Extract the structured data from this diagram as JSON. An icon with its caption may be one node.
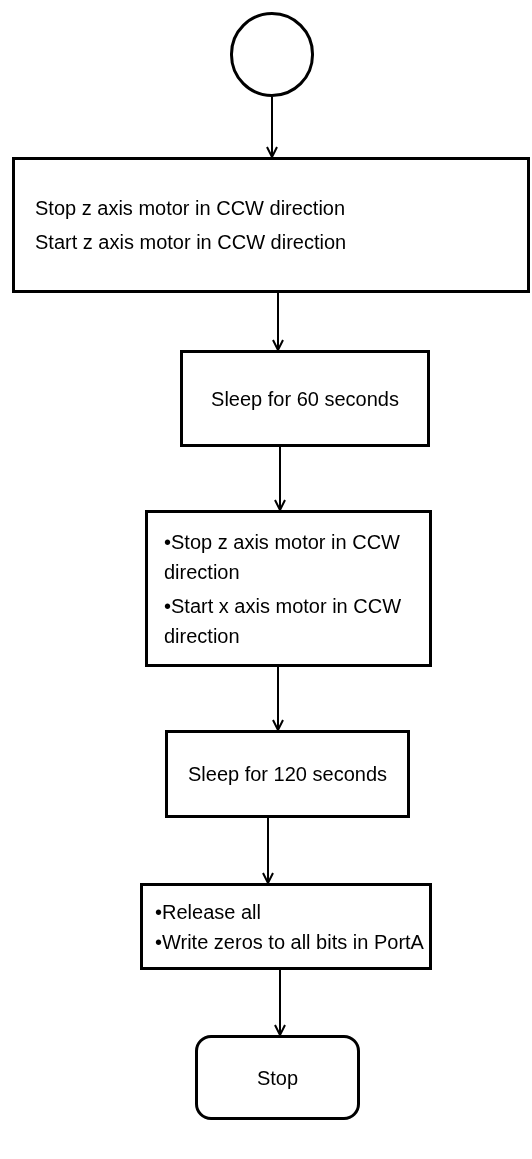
{
  "diagram": {
    "nodes": [
      {
        "text": [],
        "shape": "circle"
      },
      {
        "text": [
          "Stop z axis motor in CCW direction",
          "Start z axis motor in CCW direction"
        ]
      },
      {
        "text": [
          "Sleep for 60 seconds"
        ]
      },
      {
        "text": [
          "•Stop z axis motor in CCW direction",
          "•Start x axis motor in CCW direction"
        ]
      },
      {
        "text": [
          "Sleep for 120 seconds"
        ]
      },
      {
        "text": [
          "•Release all",
          "•Write zeros to all bits in PortA"
        ]
      },
      {
        "text": [
          "Stop"
        ]
      }
    ],
    "edges": [
      {
        "from": 0,
        "to": 1,
        "arrow": "to"
      },
      {
        "from": 1,
        "to": 2,
        "arrow": "to"
      },
      {
        "from": 2,
        "to": 3,
        "arrow": "to"
      },
      {
        "from": 3,
        "to": 4,
        "arrow": "to"
      },
      {
        "from": 4,
        "to": 5,
        "arrow": "to"
      },
      {
        "from": 5,
        "to": 6,
        "arrow": "to"
      }
    ]
  }
}
